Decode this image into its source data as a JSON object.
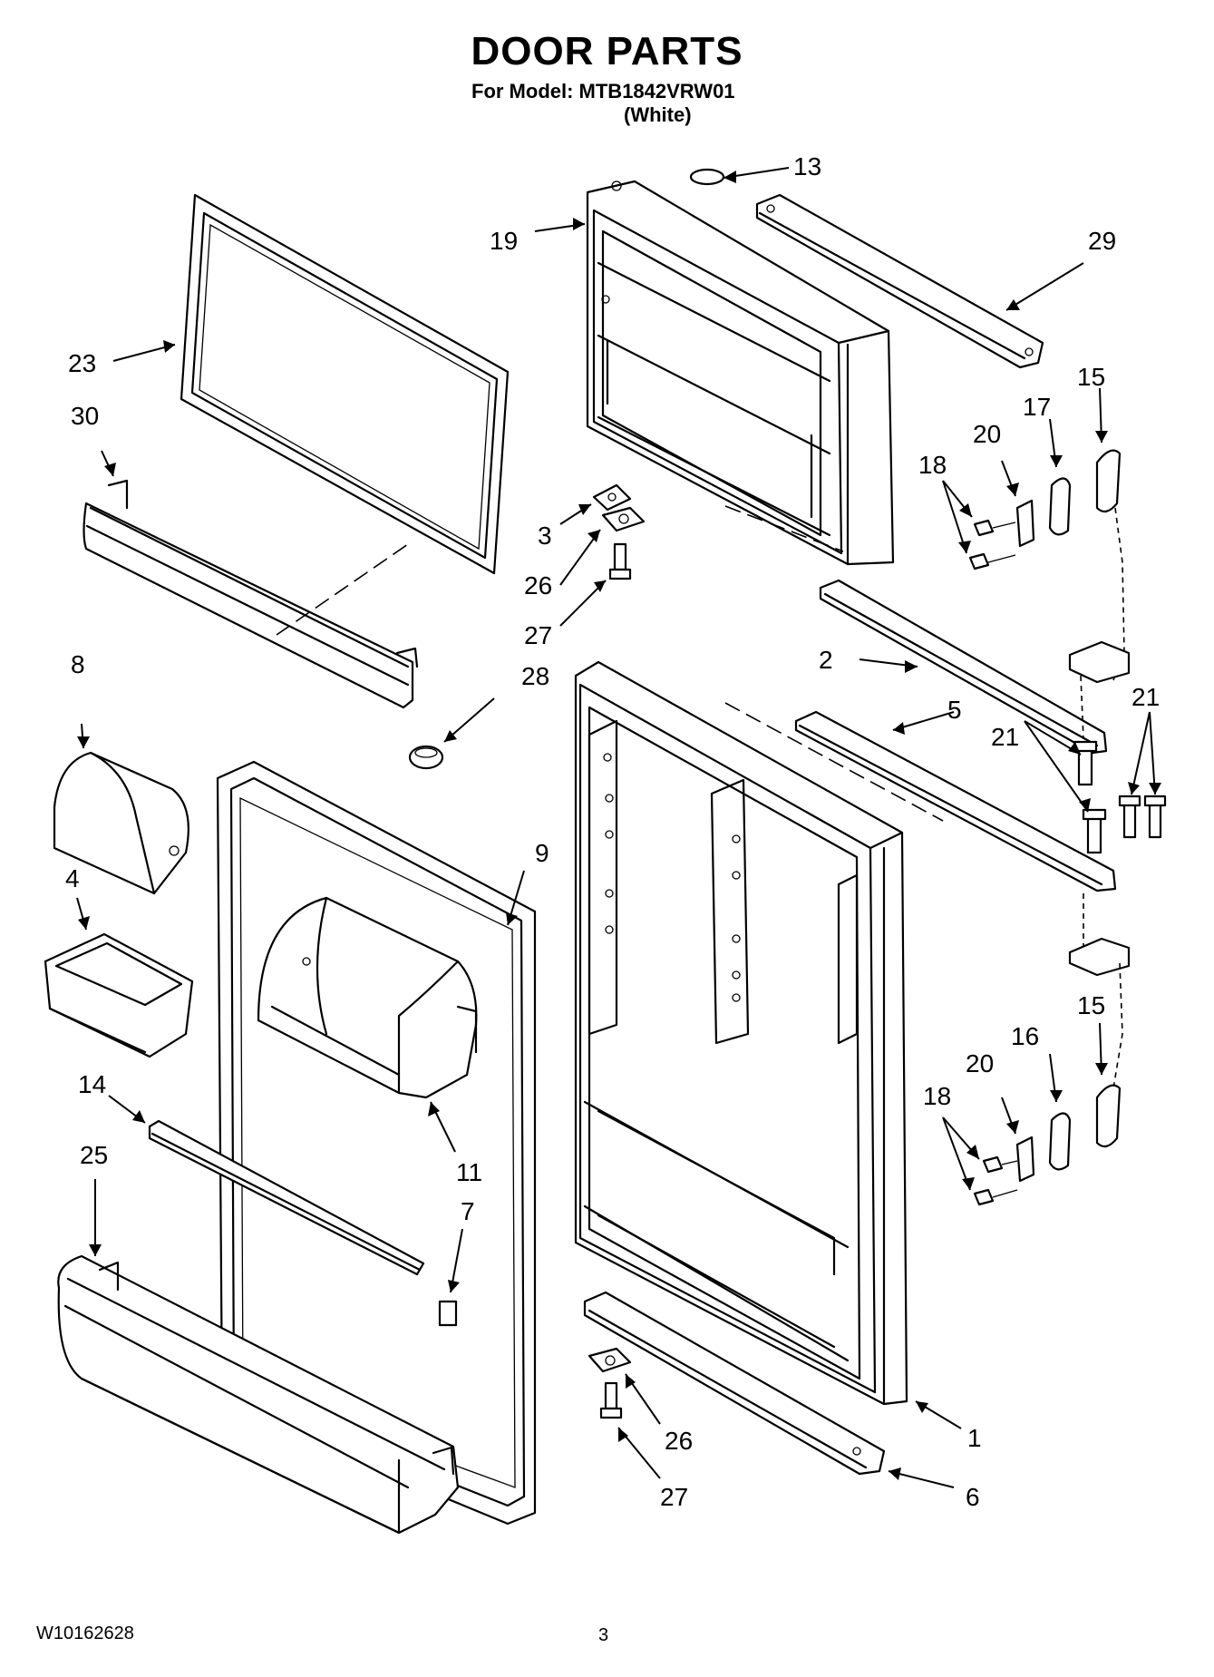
{
  "header": {
    "title": "DOOR PARTS",
    "model_line": "For Model: MTB1842VRW01",
    "color_line": "(White)"
  },
  "footer": {
    "doc_number": "W10162628",
    "page_number": "3"
  },
  "callouts": {
    "c13": "13",
    "c19": "19",
    "c29": "29",
    "c23": "23",
    "c30": "30",
    "c15a": "15",
    "c17": "17",
    "c20a": "20",
    "c18a": "18",
    "c3": "3",
    "c26a": "26",
    "c27a": "27",
    "c2": "2",
    "c28": "28",
    "c8": "8",
    "c5": "5",
    "c21a": "21",
    "c21b": "21",
    "c9": "9",
    "c4": "4",
    "c15b": "15",
    "c16": "16",
    "c20b": "20",
    "c18b": "18",
    "c14": "14",
    "c11": "11",
    "c25": "25",
    "c7": "7",
    "c26b": "26",
    "c1": "1",
    "c27b": "27",
    "c6": "6"
  }
}
